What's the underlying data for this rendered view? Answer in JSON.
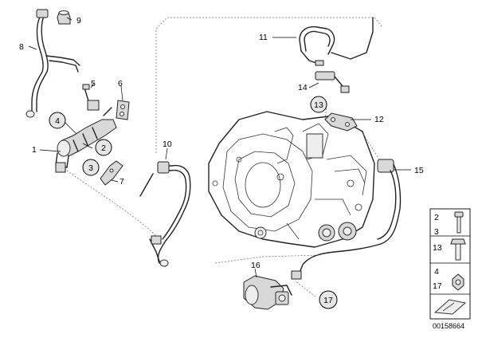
{
  "callouts": {
    "c1": "1",
    "c2": "2",
    "c3": "3",
    "c4": "4",
    "c5": "5",
    "c6": "6",
    "c7": "7",
    "c8": "8",
    "c9": "9",
    "c10": "10",
    "c11": "11",
    "c12": "12",
    "c13": "13",
    "c14": "14",
    "c15": "15",
    "c16": "16",
    "c17": "17"
  },
  "legend": {
    "row1": "2",
    "row2": "3",
    "row3": "13",
    "row4": "4",
    "row5": "17"
  },
  "doc_number": "00158664"
}
